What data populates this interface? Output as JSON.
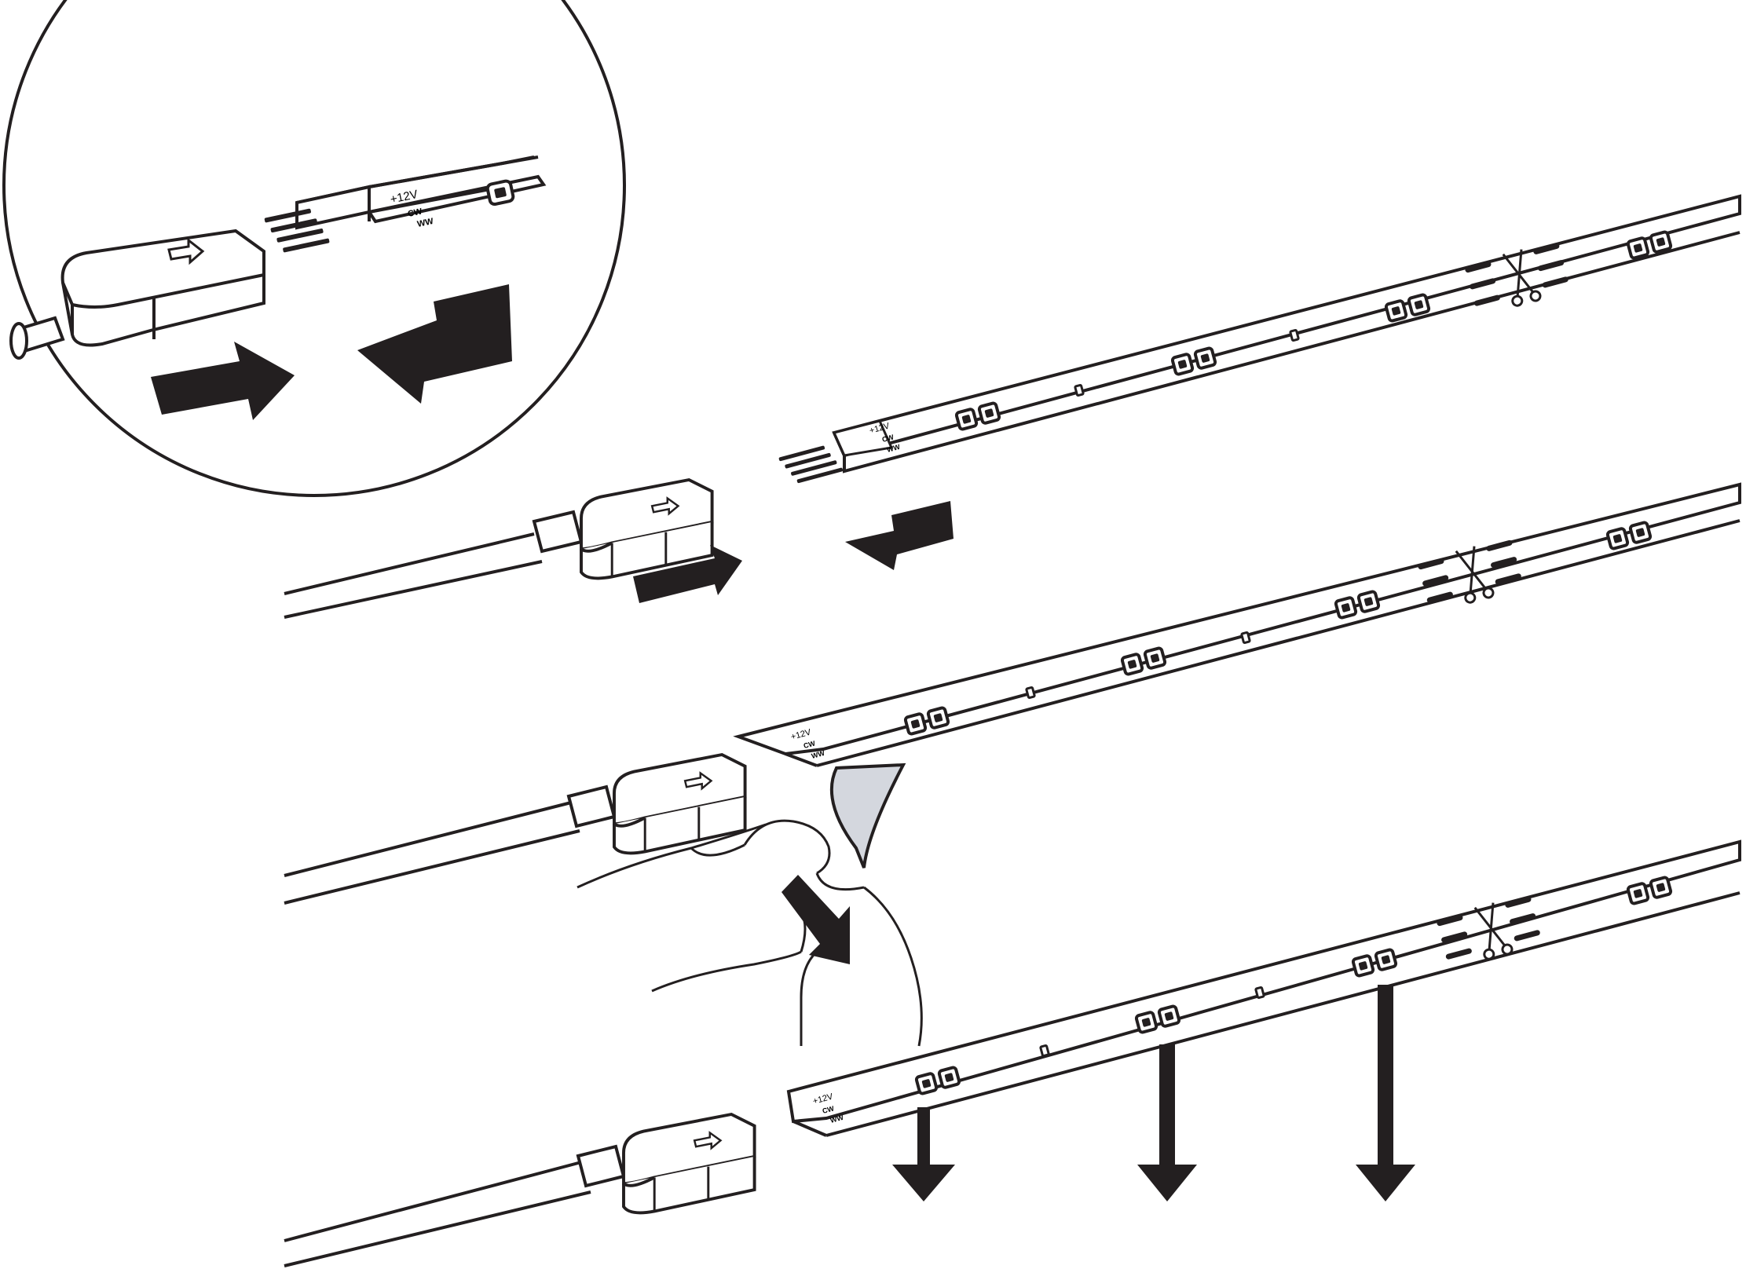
{
  "diagram": {
    "colors": {
      "stroke": "#231f20",
      "fill": "#ffffff",
      "arrow": "#231f20",
      "backing_tape": "#d4d7de"
    },
    "strip_labels": {
      "v12": "+12V",
      "cw": "CW",
      "ww": "WW"
    },
    "icons": [
      "direction-arrow-icon",
      "scissors-icon",
      "push-arrow-icon",
      "peel-arrow-icon",
      "press-down-arrow-icon"
    ]
  }
}
